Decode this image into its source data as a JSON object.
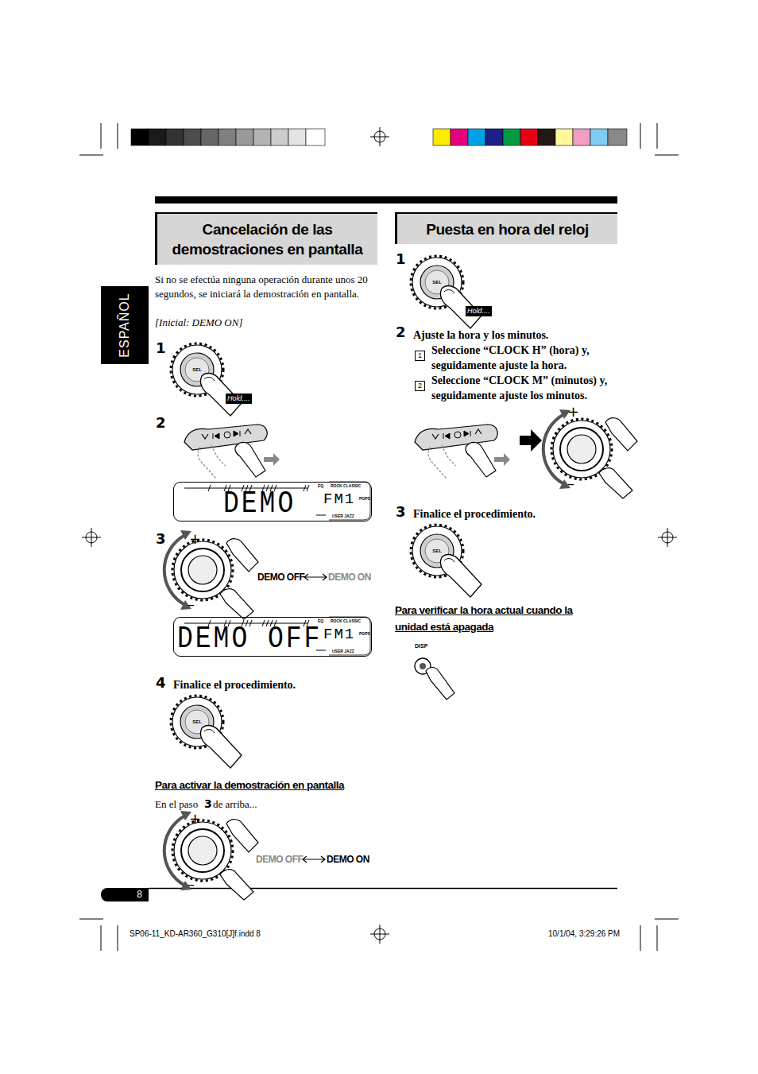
{
  "diagram": {
    "nodes": [
      {
        "text": [
          "Cancelación de las demostraciones en pantalla"
        ]
      },
      {
        "text": [
          "Puesta en hora del reloj"
        ]
      },
      {
        "text": [
          "ESPAÑOL"
        ]
      },
      {
        "text": [
          "DEMO",
          "FM1"
        ]
      },
      {
        "text": [
          "DEMO OFF",
          "FM1"
        ]
      },
      {
        "text": [
          "8"
        ]
      }
    ],
    "labels": [
      "Si no se efectúa ninguna operación durante unos 20 segundos, se iniciará la demostración en pantalla.",
      "[Inicial: DEMO ON]",
      "1",
      "SEL",
      "Hold....",
      "2",
      "EQ",
      "ROCK CLASSIC",
      "POPS",
      "USER JAZZ",
      "3",
      "+",
      "–",
      "DEMO OFF",
      "DEMO ON",
      "EQ",
      "ROCK CLASSIC",
      "POPS",
      "USER JAZZ",
      "4",
      "Finalice el procedimiento.",
      "SEL",
      "Para activar la demostración en pantalla",
      "En el paso",
      "3",
      "de arriba...",
      "+",
      "–",
      "DEMO OFF",
      "DEMO ON",
      "1",
      "SEL",
      "Hold....",
      "2",
      "Ajuste la hora y los minutos.",
      "1",
      "Seleccione “CLOCK H” (hora) y, seguidamente ajuste la hora.",
      "2",
      "Seleccione “CLOCK M” (minutos) y, seguidamente ajuste los minutos.",
      "+",
      "–",
      "3",
      "Finalice el procedimiento.",
      "SEL",
      "Para verificar la hora actual cuando la unidad está apagada",
      "DISP",
      "SP06-11_KD-AR360_G310[J]f.indd 8",
      "10/1/04, 3:29:26 PM"
    ]
  }
}
